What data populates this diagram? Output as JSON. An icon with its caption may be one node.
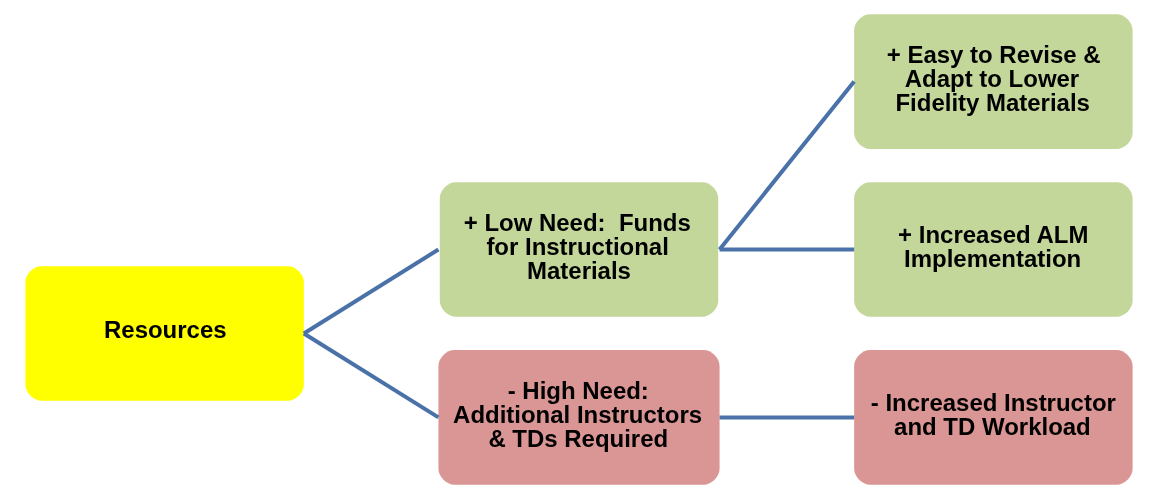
{
  "diagram": {
    "nodes": [
      {
        "text": [
          "Resources"
        ]
      },
      {
        "text": [
          "+ Low Need:  Funds for Instructional Materials"
        ]
      },
      {
        "text": [
          "+ Easy to Revise & Adapt to Lower Fidelity Materials"
        ]
      },
      {
        "text": [
          "+ Increased ALM Implementation"
        ]
      },
      {
        "text": [
          "- High Need: Additional Instructors & TDs Required"
        ]
      },
      {
        "text": [
          "- Increased Instructor and TD Workload"
        ]
      }
    ],
    "edges": [
      {
        "from": 0,
        "to": 1,
        "arrow": "none"
      },
      {
        "from": 0,
        "to": 4,
        "arrow": "none"
      },
      {
        "from": 1,
        "to": 2,
        "arrow": "none"
      },
      {
        "from": 1,
        "to": 3,
        "arrow": "none"
      },
      {
        "from": 4,
        "to": 5,
        "arrow": "none"
      }
    ]
  }
}
